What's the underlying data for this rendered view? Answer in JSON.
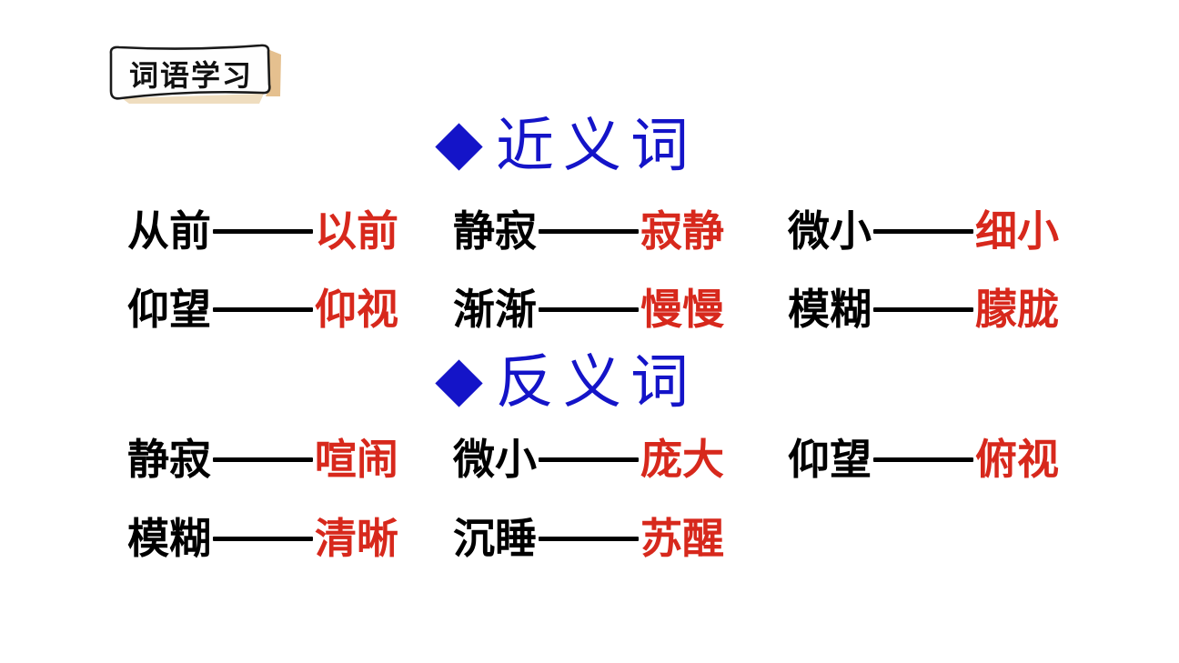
{
  "banner": {
    "label": "词语学习"
  },
  "content": {
    "separator": "——"
  },
  "colors": {
    "background": "#FFFFFF",
    "heading_blue": "#1414C8",
    "word_black": "#000000",
    "word_red": "#D7281C",
    "banner_edge_tan": "#E5C08F",
    "banner_outline": "#1A1A1A"
  },
  "sections": {
    "synonyms": {
      "title": "近义词",
      "bullet_icon": "diamond-bullet-icon",
      "pairs": [
        {
          "left": "从前",
          "right": "以前"
        },
        {
          "left": "静寂",
          "right": "寂静"
        },
        {
          "left": "微小",
          "right": "细小"
        },
        {
          "left": "仰望",
          "right": "仰视"
        },
        {
          "left": "渐渐",
          "right": "慢慢"
        },
        {
          "left": "模糊",
          "right": "朦胧"
        }
      ]
    },
    "antonyms": {
      "title": "反义词",
      "bullet_icon": "diamond-bullet-icon",
      "pairs": [
        {
          "left": "静寂",
          "right": "喧闹"
        },
        {
          "left": "微小",
          "right": "庞大"
        },
        {
          "left": "仰望",
          "right": "俯视"
        },
        {
          "left": "模糊",
          "right": "清晰"
        },
        {
          "left": "沉睡",
          "right": "苏醒"
        }
      ]
    }
  }
}
